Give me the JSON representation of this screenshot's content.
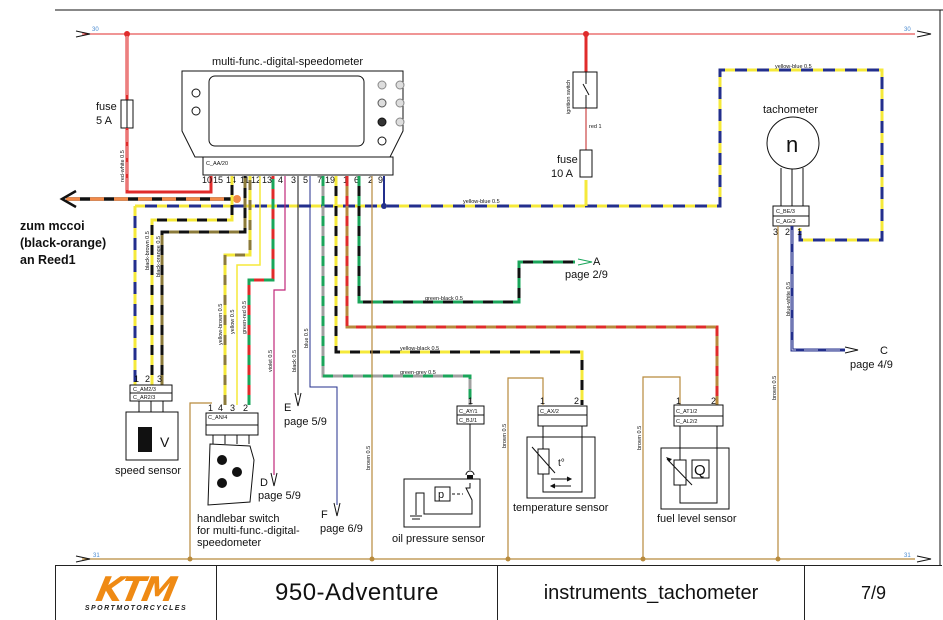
{
  "diagram": {
    "rails": {
      "top_label": "30",
      "bottom_label": "31"
    },
    "components": {
      "speedometer": {
        "title": "multi-func.-digital-speedometer",
        "connector": "C_AA/20",
        "pins": [
          "10",
          "15",
          "14",
          "11",
          "12",
          "13",
          "4",
          "3",
          "5",
          "7",
          "19",
          "1",
          "6",
          "2",
          "9"
        ]
      },
      "fuse_5a": {
        "label": "fuse",
        "rating": "5 A"
      },
      "fuse_10a": {
        "label": "fuse",
        "rating": "10 A"
      },
      "ignition_switch": {
        "label": "ignition switch"
      },
      "tachometer": {
        "title": "tachometer",
        "symbol": "n",
        "connectors": [
          "C_BE/3",
          "C_AG/3"
        ],
        "pins": [
          "3",
          "2",
          "1"
        ]
      },
      "speed_sensor": {
        "label": "speed sensor",
        "symbol": "V",
        "connectors": [
          "C_AM2/3",
          "C_AR2/3"
        ],
        "pins": [
          "1",
          "2",
          "3"
        ]
      },
      "handlebar_switch": {
        "label_lines": [
          "handlebar switch",
          "for multi-func.-digital-",
          "speedometer"
        ],
        "connector": "C_AN/4",
        "pins": [
          "1",
          "4",
          "3",
          "2"
        ]
      },
      "oil_pressure_sensor": {
        "label": "oil pressure sensor",
        "symbol": "p",
        "connectors": [
          "C_AY/1",
          "C_BJ/1"
        ],
        "pins": [
          "1"
        ]
      },
      "temperature_sensor": {
        "label": "temperature sensor",
        "symbol": "t°",
        "connector": "C_AX/2",
        "pins": [
          "1",
          "2"
        ]
      },
      "fuel_level_sensor": {
        "label": "fuel level sensor",
        "symbol": "Q",
        "connectors": [
          "C_AT1/2",
          "C_AL2/2"
        ],
        "pins": [
          "1",
          "2"
        ]
      }
    },
    "note": {
      "lines": [
        "zum mccoi",
        "(black-orange)",
        "an Reed1"
      ]
    },
    "wire_labels": {
      "red_white": "red-white 0.5",
      "red_1": "red 1",
      "yellow_blue_1": "yellow-blue 0.5",
      "yellow_blue_2": "yellow-blue 0.5",
      "black_brown": "black-brown 0.5",
      "black_orange": "black-orange 0.5",
      "yellow_brown": "yellow-brown 0.5",
      "yellow": "yellow 0.5",
      "green_red": "green-red 0.5",
      "violet": "violet 0.5",
      "black": "black 0.5",
      "blue": "blue 0.5",
      "green_black": "green-black 0.5",
      "yellow_black": "yellow-black 0.5",
      "green_grey": "green-grey 0.5",
      "blue_white": "blue-white 0.5",
      "brown_1": "brown 0.5",
      "brown_2": "brown 0.5",
      "brown_3": "brown 0.5",
      "brown_4": "brown 0.5"
    },
    "references": [
      {
        "letter": "A",
        "page": "page 2/9"
      },
      {
        "letter": "C",
        "page": "page 4/9"
      },
      {
        "letter": "D",
        "page": "page 5/9"
      },
      {
        "letter": "E",
        "page": "page 5/9"
      },
      {
        "letter": "F",
        "page": "page 6/9"
      }
    ]
  },
  "title_block": {
    "brand": "KTM",
    "brand_sub": "SPORTMOTORCYCLES",
    "model": "950-Adventure",
    "page_name": "instruments_tachometer",
    "page_number": "7/9"
  },
  "colors": {
    "red": "#e02b2b",
    "yellow": "#f5e93a",
    "blue": "#232f8c",
    "black": "#111111",
    "brown": "#b88a3c",
    "green": "#1aa55a",
    "orange": "#f08a4a",
    "violet": "#c0287a",
    "grey": "#a0a0a0",
    "ktm_orange": "#ef8a14"
  }
}
